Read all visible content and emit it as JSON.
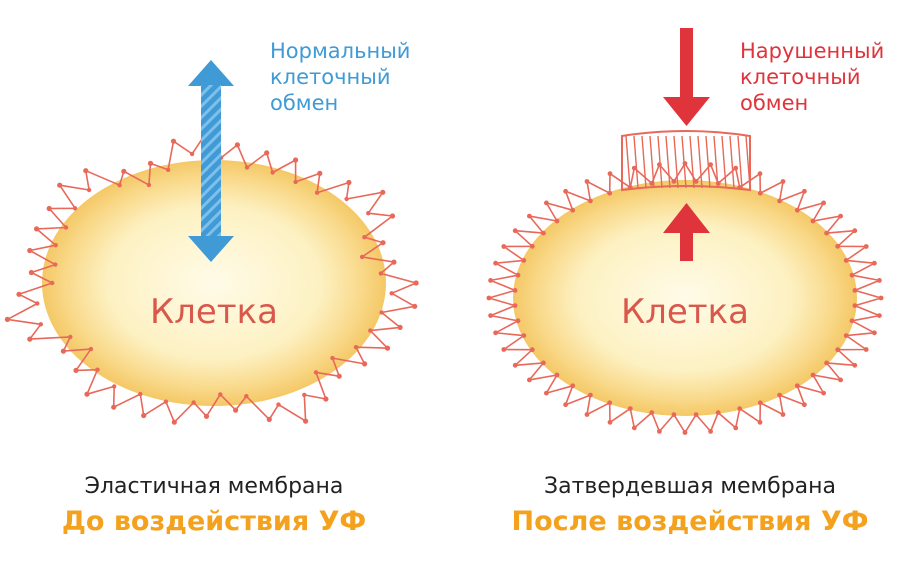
{
  "colors": {
    "membrane": "#e8685a",
    "cell_fill": "#fdf0b8",
    "cell_rim": "#f4c866",
    "normal_arrow": "#3f9ad6",
    "disrupted_arrow": "#e0343c",
    "uv_orange": "#f4a21e",
    "cell_text": "#d9584c"
  },
  "left": {
    "cell_label": "Клетка",
    "note_lines": [
      "Нормальный",
      "клеточный",
      "обмен"
    ],
    "membrane_label": "Эластичная мембрана",
    "uv_label": "До воздействия УФ",
    "arrow_icon": "double-arrow-icon"
  },
  "right": {
    "cell_label": "Клетка",
    "note_lines": [
      "Нарушенный",
      "клеточный",
      "обмен"
    ],
    "membrane_label": "Затвердевшая мембрана",
    "uv_label": "После воздействия УФ",
    "arrow_icon": "blocked-arrows-icon"
  }
}
